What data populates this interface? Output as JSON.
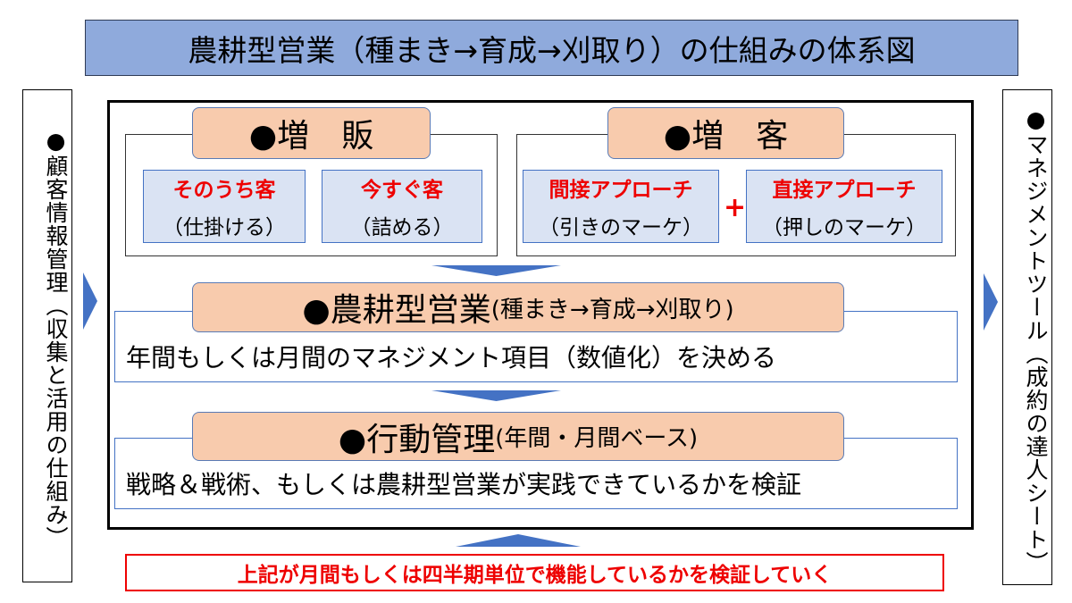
{
  "title": "農耕型営業（種まき→育成→刈取り）の仕組みの体系図",
  "left_panel": "●顧客情報管理（収集と活用の仕組み）",
  "right_panel": "●マネジメントツール（成約の達人シート）",
  "upsell": {
    "header": "●増　販",
    "items": [
      {
        "main": "そのうち客",
        "sub": "（仕掛ける）"
      },
      {
        "main": "今すぐ客",
        "sub": "（詰める）"
      }
    ]
  },
  "acquisition": {
    "header": "●増　客",
    "items": [
      {
        "main": "間接アプローチ",
        "sub": "（引きのマーケ）"
      },
      {
        "main": "直接アプローチ",
        "sub": "（押しのマーケ）"
      }
    ],
    "plus": "+"
  },
  "farming": {
    "header": "●農耕型営業",
    "header_sub": "(種まき→育成→刈取り)",
    "body": "年間もしくは月間のマネジメント項目（数値化）を決める"
  },
  "action": {
    "header": "●行動管理",
    "header_sub": "(年間・月間ベース)",
    "body": "戦略＆戦術、もしくは農耕型営業が実践できているかを検証"
  },
  "footer": "上記が月間もしくは四半期単位で機能しているかを検証していく",
  "colors": {
    "title_bg": "#8faadc",
    "tab_bg": "#f8cbad",
    "sub_bg": "#dae3f3",
    "accent": "#4472c4",
    "red": "#ee0000"
  }
}
